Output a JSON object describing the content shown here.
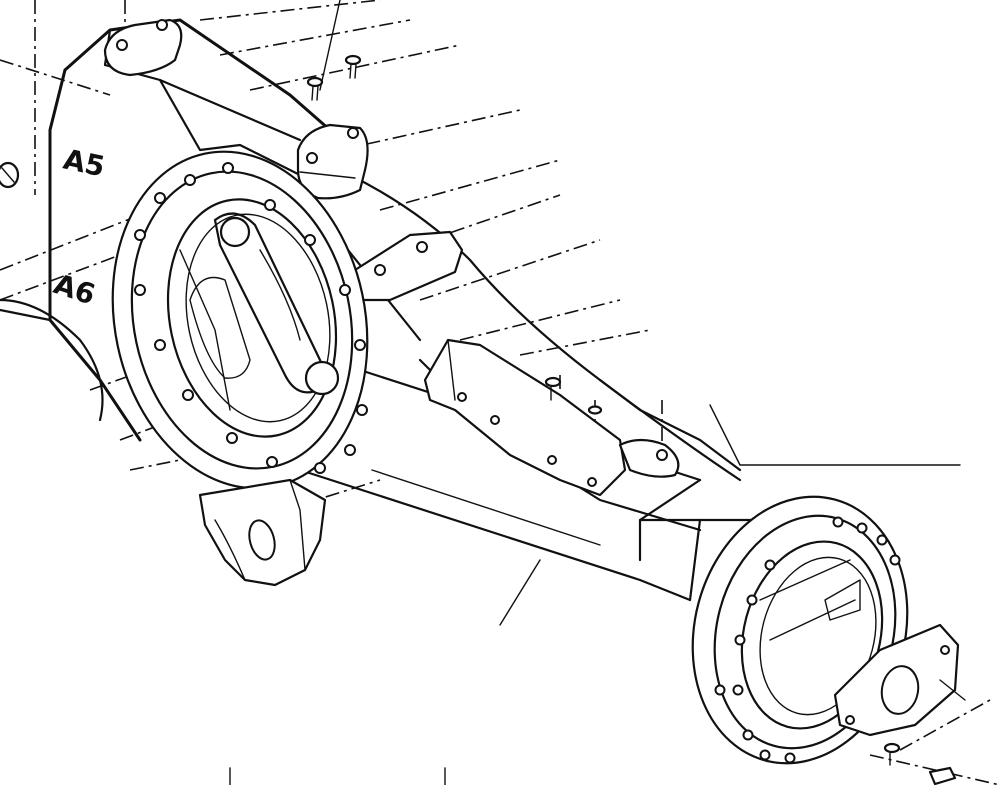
{
  "diagram": {
    "callouts": [
      {
        "id": "A5",
        "text": "A5"
      },
      {
        "id": "A6",
        "text": "A6"
      }
    ]
  },
  "colors": {
    "ink": "#111111",
    "background": "#ffffff"
  }
}
